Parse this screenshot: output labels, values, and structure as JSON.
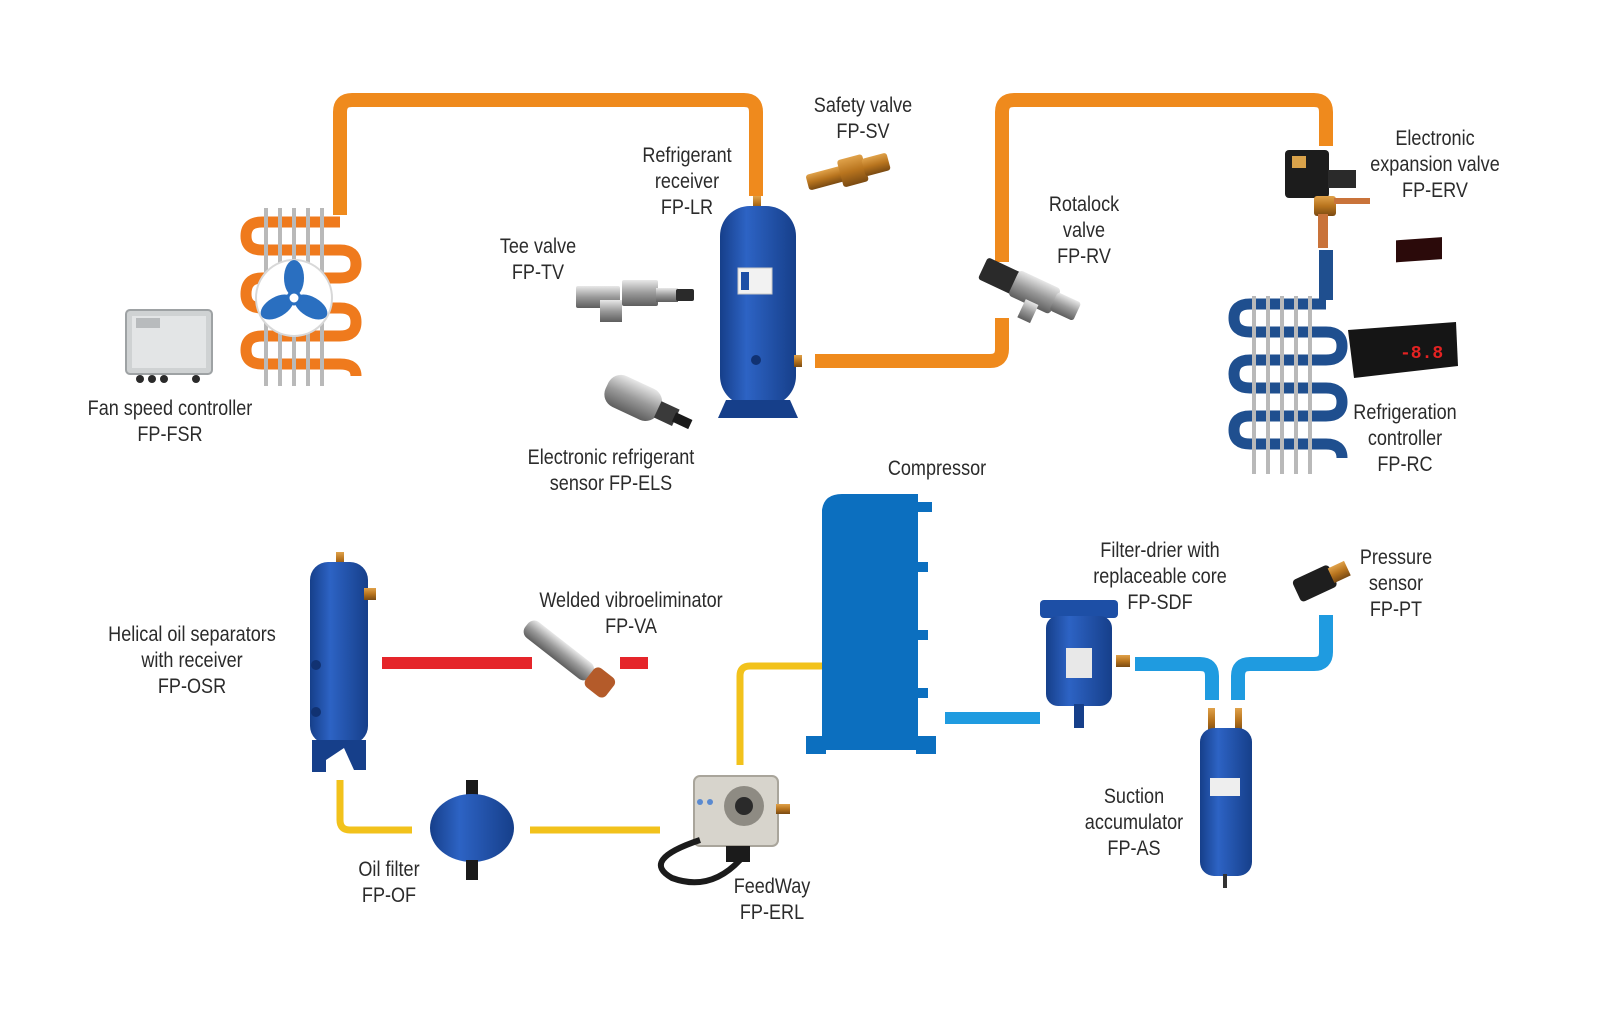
{
  "colors": {
    "hot": "#ef8a1d",
    "discharge": "#e5252a",
    "oil": "#f2c21b",
    "liquid": "#1f4f8f",
    "suction": "#1f9be0",
    "component_blue": "#1d4fa6",
    "compressor_blue": "#0c6fbf"
  },
  "labels": {
    "safety_valve": [
      "Safety valve",
      "FP-SV"
    ],
    "refrigerant_receiver": [
      "Refrigerant",
      "receiver",
      "FP-LR"
    ],
    "tee_valve": [
      "Tee valve",
      "FP-TV"
    ],
    "electronic_sensor": [
      "Electronic refrigerant",
      "sensor FP-ELS"
    ],
    "rotalock_valve": [
      "Rotalock",
      "valve",
      "FP-RV"
    ],
    "expansion_valve": [
      "Electronic",
      "expansion valve",
      "FP-ERV"
    ],
    "fan_speed_controller": [
      "Fan speed controller",
      "FP-FSR"
    ],
    "refrigeration_controller": [
      "Refrigeration",
      "controller",
      "FP-RC"
    ],
    "compressor": [
      "Compressor"
    ],
    "filter_drier": [
      "Filter-drier with",
      "replaceable core",
      "FP-SDF"
    ],
    "pressure_sensor": [
      "Pressure",
      "sensor",
      "FP-PT"
    ],
    "oil_separator": [
      "Helical oil separators",
      "with receiver",
      "FP-OSR"
    ],
    "vibroeliminator": [
      "Welded vibroeliminator",
      "FP-VA"
    ],
    "suction_accumulator": [
      "Suction",
      "accumulator",
      "FP-AS"
    ],
    "oil_filter": [
      "Oil filter",
      "FP-OF"
    ],
    "feedway": [
      "FeedWay",
      "FP-ERL"
    ]
  },
  "controller_display": "-8.8"
}
